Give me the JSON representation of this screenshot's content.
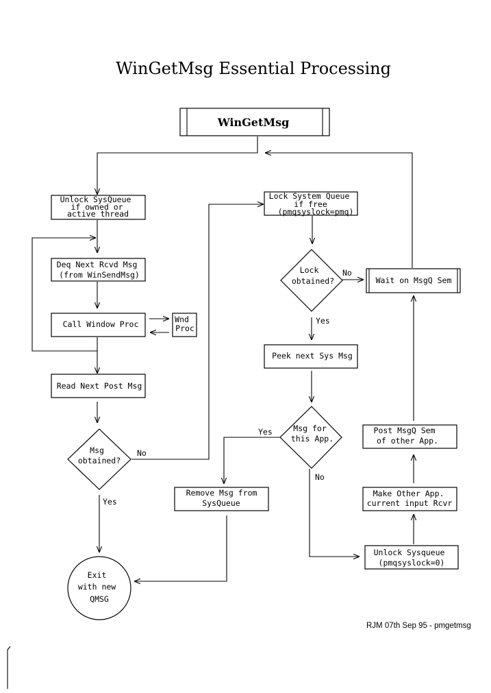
{
  "title": "WinGetMsg Essential Processing",
  "start": "WinGetMsg",
  "nodes": {
    "unlock_sysqueue": [
      "Unlock SysQueue",
      "if owned or",
      "active thread"
    ],
    "deq_next": [
      "Deq Next Rcvd Msg",
      "(from WinSendMsg)"
    ],
    "call_window_proc": [
      "Call Window Proc"
    ],
    "wnd_proc": [
      "Wnd",
      "Proc"
    ],
    "read_next_post": [
      "Read Next Post Msg"
    ],
    "msg_obtained": [
      "Msg",
      "obtained?"
    ],
    "exit": [
      "Exit",
      "with new",
      "QMSG"
    ],
    "lock_system_queue": [
      "Lock System Queue",
      "if free",
      "(pmqsyslock=pmq)"
    ],
    "lock_obtained": [
      "Lock",
      "obtained?"
    ],
    "wait_msgq_sem": [
      "Wait on MsgQ Sem"
    ],
    "peek_next": [
      "Peek next Sys Msg"
    ],
    "msg_for_app": [
      "Msg for",
      "this App."
    ],
    "remove_msg": [
      "Remove Msg from",
      "SysQueue"
    ],
    "unlock_sysqueue2": [
      "Unlock Sysqueue",
      "(pmqsyslock=0)"
    ],
    "make_other": [
      "Make Other App.",
      "current input Rcvr"
    ],
    "post_msgq": [
      "Post MsgQ Sem",
      "of other App."
    ]
  },
  "edge_labels": {
    "msg_no": "No",
    "msg_yes": "Yes",
    "lock_no": "No",
    "lock_yes": "Yes",
    "app_yes": "Yes",
    "app_no": "No"
  },
  "credit": "RJM 07th Sep 95 - pmgetmsg"
}
